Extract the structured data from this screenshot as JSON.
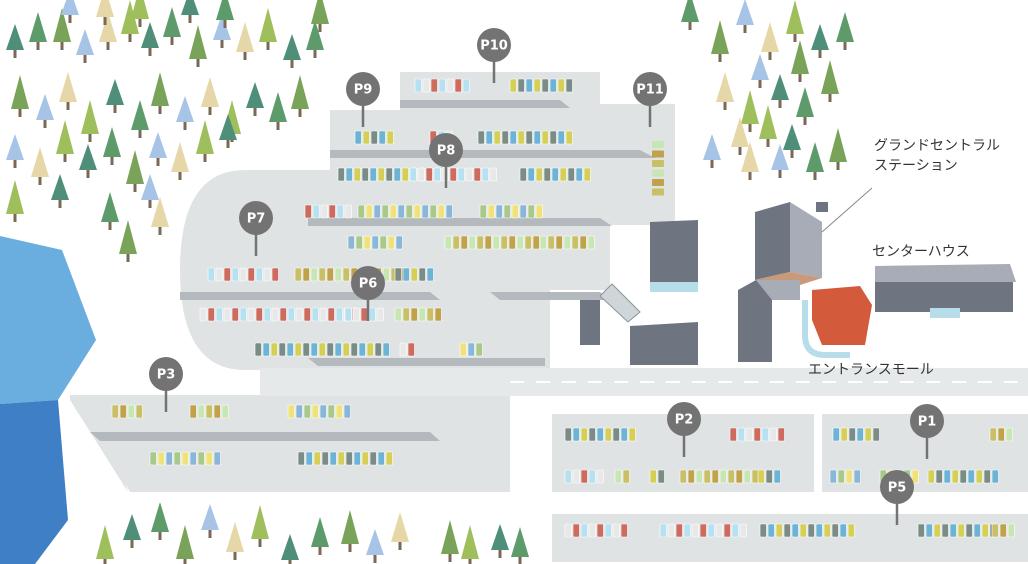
{
  "colors": {
    "ground": "#f2f4f4",
    "lot": "#dfe3e4",
    "road": "#e6e9ea",
    "lane": "#b3b9bd",
    "marker": "#737373",
    "water": "#6aaedf",
    "water_dark": "#3f7fc6",
    "building_dark": "#6f7580",
    "building_light": "#a7acb6",
    "roof_orange": "#d45a3c",
    "tree_palette": [
      "#4f8f7a",
      "#5e9b6b",
      "#7aa35a",
      "#a7c4e6",
      "#e6d7a8",
      "#9fbf5d"
    ],
    "car_palette": [
      "#b7e0f0",
      "#c8e6b4",
      "#8ab7d8",
      "#6db3d6",
      "#cc6b5e",
      "#bfa24a",
      "#f0e27a",
      "#7b8b85",
      "#e8e8e8",
      "#c8bf66",
      "#a9c98a",
      "#d6cf57"
    ]
  },
  "parking_markers": [
    "P1",
    "P2",
    "P3",
    "P5",
    "P6",
    "P7",
    "P8",
    "P9",
    "P10",
    "P11"
  ],
  "buildings": {
    "grand_central_station": "グランドセントラル\nステーション",
    "center_house": "センターハウス",
    "entrance_mall": "エントランスモール"
  }
}
